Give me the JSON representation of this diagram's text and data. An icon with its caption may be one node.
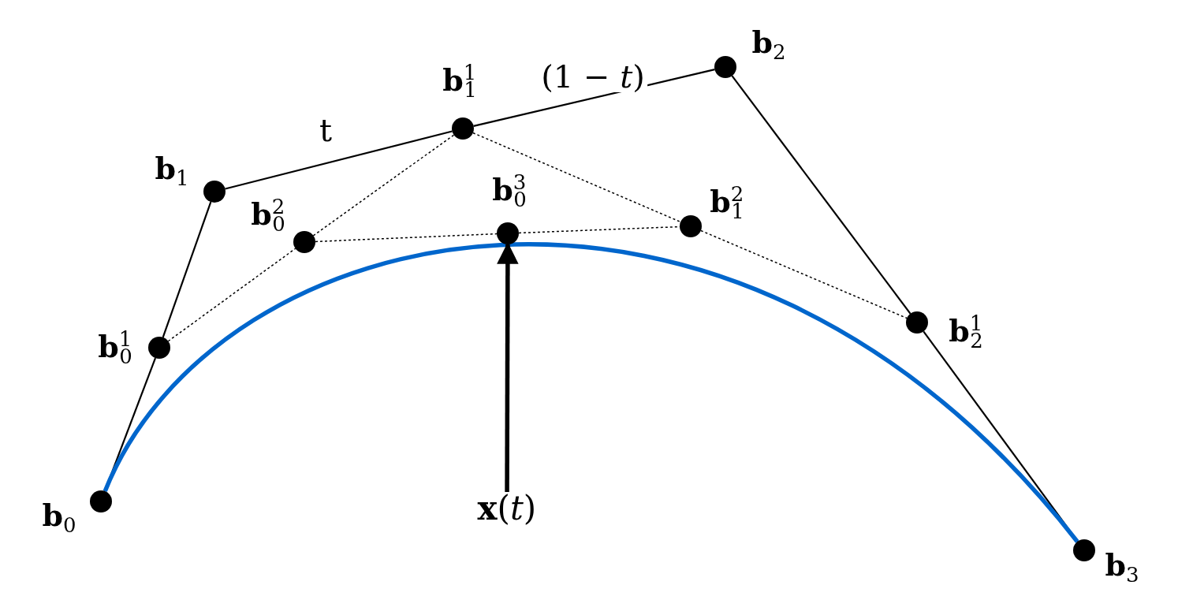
{
  "diagram": {
    "nodes": [
      {
        "text": [],
        "shape": "circle",
        "beside": [
          "**b**$_{0}$"
        ]
      },
      {
        "text": [],
        "shape": "circle",
        "beside": [
          "**b**$_{1}$"
        ]
      },
      {
        "text": [],
        "shape": "circle",
        "beside": [
          "**b**$_{2}$"
        ]
      },
      {
        "text": [],
        "shape": "circle",
        "beside": [
          "**b**$_{3}$"
        ]
      },
      {
        "text": [],
        "shape": "circle",
        "beside": [
          "**b**$^{1}$$_{0}$"
        ]
      },
      {
        "text": [],
        "shape": "circle",
        "beside": [
          "**b**$^{1}$$_{1}$"
        ]
      },
      {
        "text": [],
        "shape": "circle",
        "beside": [
          "**b**$^{1}$$_{2}$"
        ]
      },
      {
        "text": [],
        "shape": "circle",
        "beside": [
          "**b**$^{2}$$_{0}$"
        ]
      },
      {
        "text": [],
        "shape": "circle",
        "beside": [
          "**b**$^{2}$$_{1}$"
        ]
      },
      {
        "text": [],
        "shape": "circle",
        "beside": [
          "**b**$^{3}$$_{0}$"
        ]
      },
      {
        "text": [
          "**x**(*t*)"
        ]
      }
    ],
    "edges": [
      {
        "from": 0,
        "to": 4,
        "arrow": "none"
      },
      {
        "from": 4,
        "to": 1,
        "arrow": "none"
      },
      {
        "from": 1,
        "to": 5,
        "arrow": "none",
        "label": "t"
      },
      {
        "from": 5,
        "to": 2,
        "arrow": "none",
        "label": "(1 − *t*)"
      },
      {
        "from": 2,
        "to": 6,
        "arrow": "none"
      },
      {
        "from": 6,
        "to": 3,
        "arrow": "none"
      },
      {
        "from": 4,
        "to": 7,
        "arrow": "none",
        "style": "dashed"
      },
      {
        "from": 7,
        "to": 5,
        "arrow": "none",
        "style": "dashed"
      },
      {
        "from": 5,
        "to": 8,
        "arrow": "none",
        "style": "dashed"
      },
      {
        "from": 8,
        "to": 6,
        "arrow": "none",
        "style": "dashed"
      },
      {
        "from": 7,
        "to": 9,
        "arrow": "none",
        "style": "dashed"
      },
      {
        "from": 9,
        "to": 8,
        "arrow": "none",
        "style": "dashed"
      },
      {
        "from": 0,
        "to": 3,
        "arrow": "none",
        "style": "thick",
        "color": "#0066cc"
      },
      {
        "from": 10,
        "to": 9,
        "arrow": "to",
        "style": "thick"
      }
    ]
  }
}
